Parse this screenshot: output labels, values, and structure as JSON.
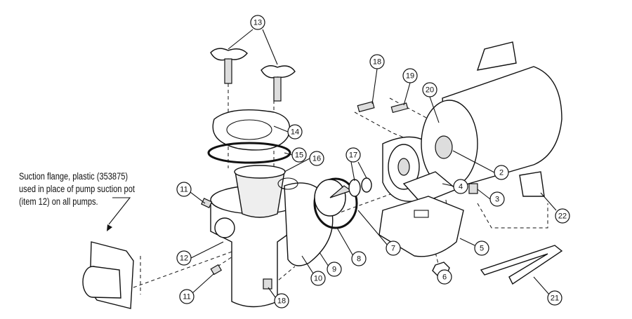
{
  "note": {
    "lines": [
      "Suction flange, plastic (353875)",
      "used in place of pump suction pot",
      "(item 12) on all pumps."
    ]
  },
  "callouts": [
    "13",
    "18",
    "19",
    "20",
    "14",
    "15",
    "16",
    "17",
    "11",
    "2",
    "4",
    "3",
    "22",
    "12",
    "5",
    "7",
    "8",
    "9",
    "10",
    "6",
    "11",
    "18",
    "21"
  ]
}
